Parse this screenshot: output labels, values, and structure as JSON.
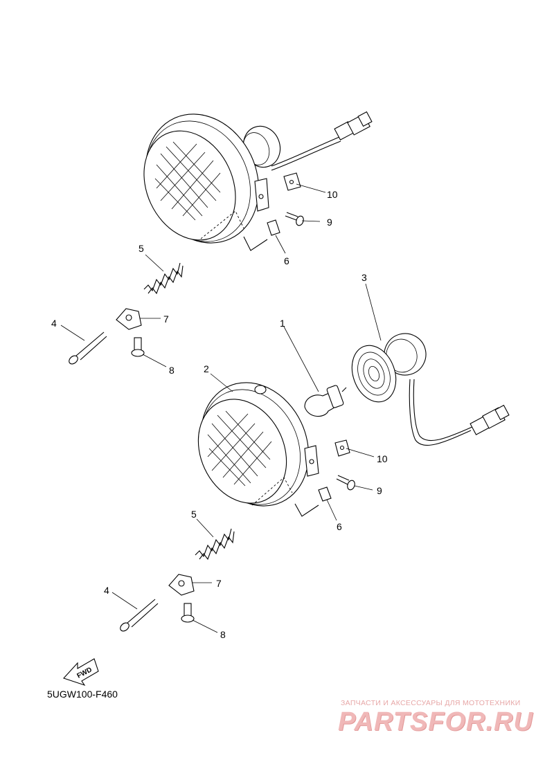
{
  "diagram": {
    "callouts": {
      "upper_10": "10",
      "upper_9": "9",
      "upper_6": "6",
      "upper_5": "5",
      "upper_7": "7",
      "upper_4": "4",
      "upper_8": "8",
      "lower_1": "1",
      "lower_3": "3",
      "lower_2": "2",
      "lower_10": "10",
      "lower_9": "9",
      "lower_6": "6",
      "lower_5": "5",
      "lower_7": "7",
      "lower_4": "4",
      "lower_8": "8"
    },
    "fwd_label": "FWD",
    "part_code": "5UGW100-F460"
  },
  "watermark": {
    "caption": "ЗАПЧАСТИ И АКСЕССУАРЫ ДЛЯ МОТОТЕХНИКИ",
    "logo": "PARTSFOR.RU"
  }
}
